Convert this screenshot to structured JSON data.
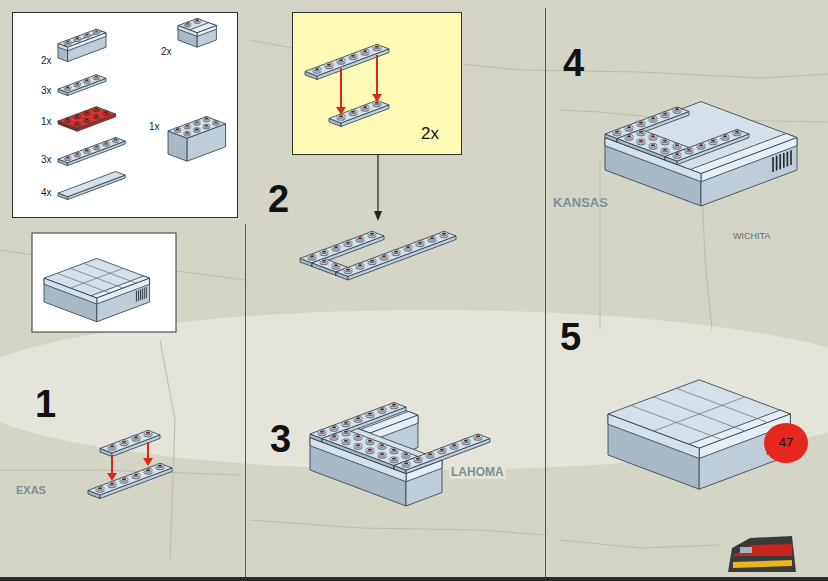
{
  "diagram": {
    "nodes": [
      {
        "text": [
          "2x",
          "2x",
          "3x",
          "1x",
          "1x",
          "3x",
          "4x"
        ]
      },
      {
        "text": [
          "2x"
        ]
      },
      {
        "text": [
          "47"
        ]
      }
    ],
    "labels": [
      "4",
      "2",
      "KANSAS",
      "WICHITA",
      "5",
      "1",
      "3",
      "LAHOMA",
      "EXAS"
    ]
  }
}
